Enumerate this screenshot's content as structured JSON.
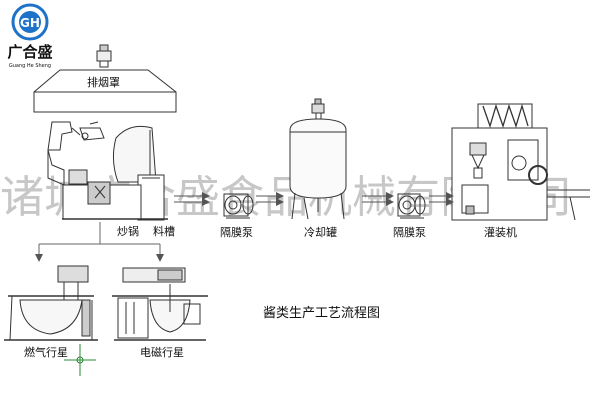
{
  "brand": {
    "logo_initials": "GH",
    "name_cn": "广合盛",
    "name_pinyin": "Guang He Sheng",
    "accent_color": "#1e73c8"
  },
  "watermark": "诸城广合盛食品机械有限公司",
  "diagram": {
    "title": "酱类生产工艺流程图",
    "labels": {
      "hood": "排烟罩",
      "wok": "炒锅",
      "tank": "料槽",
      "pump1": "隔膜泵",
      "cooling": "冷却罐",
      "pump2": "隔膜泵",
      "filler": "灌装机",
      "gas_mixer": "燃气行星",
      "electric_mixer": "电磁行星"
    }
  }
}
